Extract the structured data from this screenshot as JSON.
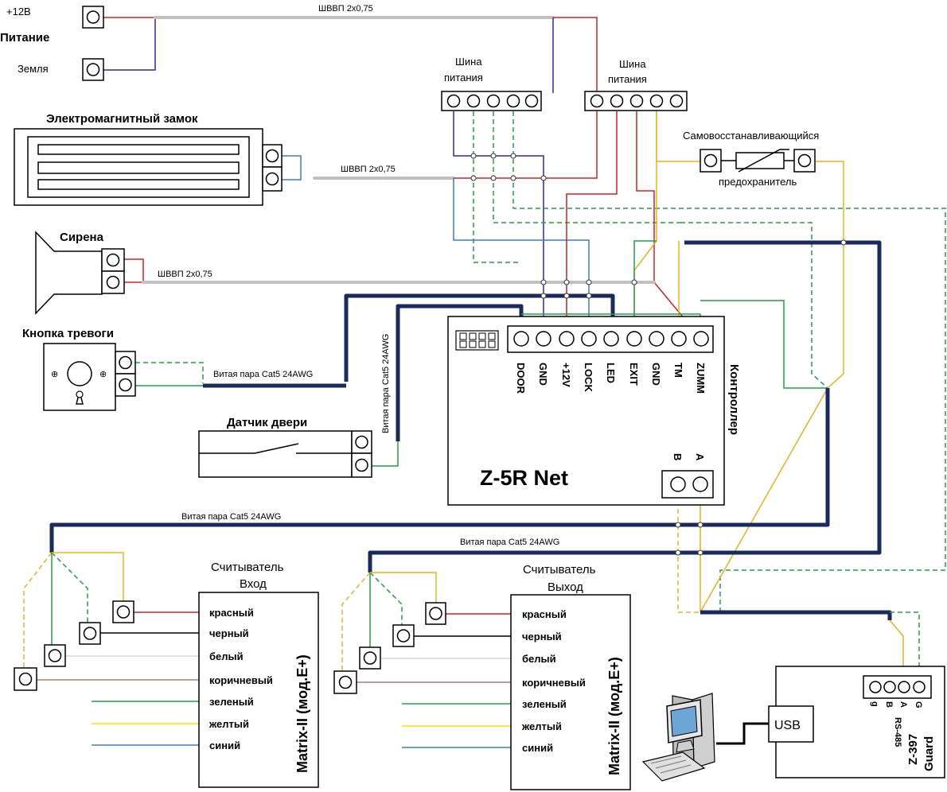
{
  "power": {
    "plus_label": "+12В",
    "title": "Питание",
    "ground_label": "Земля",
    "cable_label": "ШВВП 2х0,75"
  },
  "bus1": {
    "line1": "Шина",
    "line2": "питания"
  },
  "bus2": {
    "line1": "Шина",
    "line2": "питания"
  },
  "lock": {
    "title": "Электромагнитный замок",
    "cable_label": "ШВВП 2х0,75"
  },
  "siren": {
    "title": "Сирена",
    "cable_label": "ШВВП 2х0,75"
  },
  "fuse": {
    "line1": "Самовосстанавливающийся",
    "line2": "предохранитель"
  },
  "alarm_button": {
    "title": "Кнопка тревоги",
    "cable_label": "Витая пара Cat5 24AWG"
  },
  "door_sensor": {
    "title": "Датчик двери",
    "cable_label": "Витая пара Cat5 24AWG"
  },
  "controller": {
    "name": "Z-5R Net",
    "side_label": "Контроллер",
    "pins": [
      "DOOR",
      "GND",
      "+12V",
      "LOCK",
      "LED",
      "EXIT",
      "GND",
      "TM",
      "ZUMM"
    ],
    "rs485_pins": [
      "B",
      "A"
    ]
  },
  "cable_entry": {
    "label": "Витая пара Cat5 24AWG"
  },
  "cable_exit": {
    "label": "Витая пара Cat5 24AWG"
  },
  "reader_entry": {
    "title_line1": "Считыватель",
    "title_line2": "Вход",
    "model": "Matrix-II (мод.E+)",
    "wires": [
      "красный",
      "черный",
      "белый",
      "коричневый",
      "зеленый",
      "желтый",
      "синий"
    ]
  },
  "reader_exit": {
    "title_line1": "Считыватель",
    "title_line2": "Выход",
    "model": "Matrix-II (мод.E+)",
    "wires": [
      "красный",
      "черный",
      "белый",
      "коричневый",
      "зеленый",
      "желтый",
      "синий"
    ]
  },
  "converter": {
    "usb_label": "USB",
    "name_line1": "Z-397",
    "name_line2": "Guard",
    "pins": [
      "g",
      "B",
      "A",
      "G"
    ],
    "rs_label": "RS-485"
  },
  "colors": {
    "red": "#d62020",
    "blue": "#2a2aa8",
    "green": "#22a046",
    "yellow": "#f0b020",
    "navy_cable": "#1a2a5c",
    "grey_cable": "#c0c0c0"
  }
}
